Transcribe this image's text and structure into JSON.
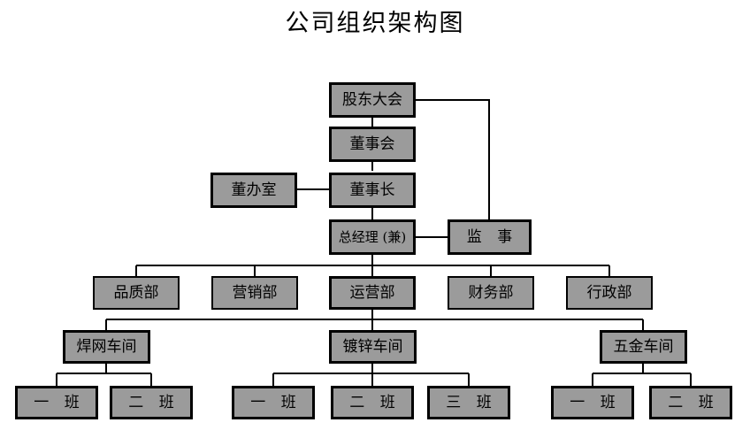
{
  "title": "公司组织架构图",
  "palette": {
    "node_fill": "#9b9b9b",
    "node_border": "#000000",
    "background": "#ffffff",
    "text": "#000000",
    "connector": "#000000"
  },
  "nodes": {
    "shareholders": {
      "label": "股东大会",
      "level": "governance"
    },
    "board": {
      "label": "董事会",
      "level": "governance"
    },
    "chairman": {
      "label": "董事长",
      "level": "governance"
    },
    "board_office": {
      "label": "董办室",
      "level": "staff"
    },
    "general_manager": {
      "label": "总经理 (兼)",
      "level": "executive"
    },
    "supervisor": {
      "label": "监 事",
      "level": "governance"
    }
  },
  "departments": [
    {
      "label": "品质部"
    },
    {
      "label": "营销部"
    },
    {
      "label": "运营部"
    },
    {
      "label": "财务部"
    },
    {
      "label": "行政部"
    }
  ],
  "workshops": [
    {
      "label": "焊网车间"
    },
    {
      "label": "镀锌车间"
    },
    {
      "label": "五金车间"
    }
  ],
  "shift_groups": [
    {
      "parent": "焊网车间",
      "shifts": [
        {
          "label": "一 班"
        },
        {
          "label": "二 班"
        }
      ]
    },
    {
      "parent": "镀锌车间",
      "shifts": [
        {
          "label": "一 班"
        },
        {
          "label": "二 班"
        },
        {
          "label": "三 班"
        }
      ]
    },
    {
      "parent": "五金车间",
      "shifts": [
        {
          "label": "一 班"
        },
        {
          "label": "二 班"
        }
      ]
    }
  ]
}
